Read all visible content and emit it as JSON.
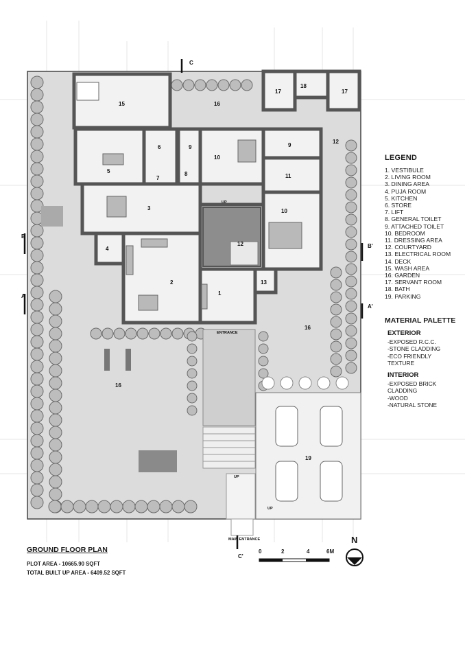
{
  "legend": {
    "title": "LEGEND",
    "items": [
      "1. VESTIBULE",
      "2. LIVING ROOM",
      "3. DINING AREA",
      "4. PUJA ROOM",
      "5. KITCHEN",
      "6. STORE",
      "7. LIFT",
      "8. GENERAL TOILET",
      "9. ATTACHED TOILET",
      "10. BEDROOM",
      "11. DRESSING AREA",
      "12. COURTYARD",
      "13. ELECTRICAL ROOM",
      "14. DECK",
      "15. WASH AREA",
      "16. GARDEN",
      "17. SERVANT ROOM",
      "18. BATH",
      "19. PARKING"
    ]
  },
  "material_palette": {
    "title": "MATERIAL PALETTE",
    "exterior_title": "EXTERIOR",
    "exterior": [
      "-EXPOSED R.C.C.",
      "-STONE CLADDING",
      "-ECO FRIENDLY",
      "TEXTURE"
    ],
    "interior_title": "INTERIOR",
    "interior": [
      "-EXPOSED BRICK",
      "CLADDING",
      "-WOOD",
      "-NATURAL STONE"
    ]
  },
  "plan_info": {
    "title": "GROUND FLOOR PLAN",
    "plot_area": "PLOT AREA - 10665.90 SQFT",
    "built_up_area": "TOTAL BUILT UP AREA - 6409.52 SQFT"
  },
  "scale_bar": {
    "labels": [
      "0",
      "2",
      "4",
      "6M"
    ]
  },
  "north": "N",
  "rooms": {
    "r1": "1",
    "r2": "2",
    "r3": "3",
    "r4": "4",
    "r5": "5",
    "r6": "6",
    "r7": "7",
    "r8": "8",
    "r9a": "9",
    "r9b": "9",
    "r10a": "10",
    "r10b": "10",
    "r11": "11",
    "r12a": "12",
    "r12b": "12",
    "r13": "13",
    "r15": "15",
    "r16a": "16",
    "r16b": "16",
    "r16c": "16",
    "r17a": "17",
    "r17b": "17",
    "r18": "18",
    "r19": "19"
  },
  "annotations": {
    "entrance": "ENTRANCE",
    "main_entrance": "MAIN ENTRANCE",
    "up1": "UP",
    "up2": "UP",
    "up3": "UP",
    "sec_a": "A",
    "sec_a2": "A'",
    "sec_b": "B",
    "sec_b2": "B'",
    "sec_c": "C",
    "sec_c2": "C'"
  },
  "colors": {
    "garden": "#dcdcdc",
    "wall": "#555555",
    "building": "#f2f2f2",
    "tree": "#9a9a9a",
    "courtyard": "#8d8d8d"
  }
}
